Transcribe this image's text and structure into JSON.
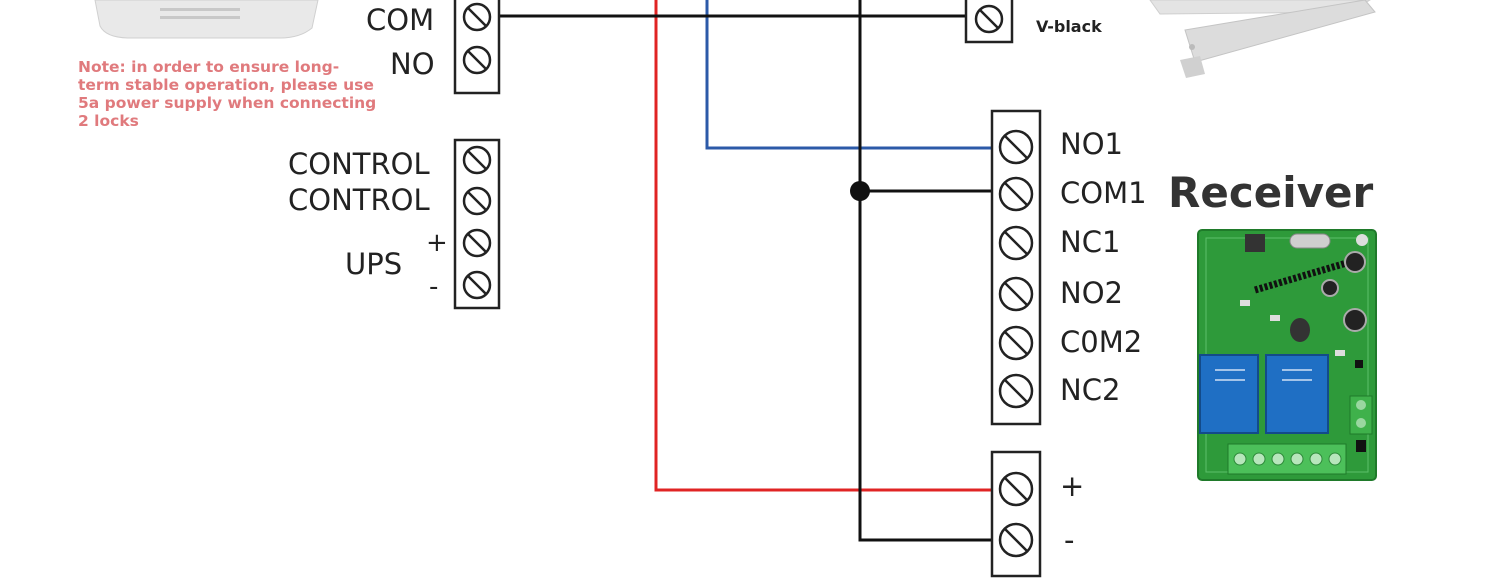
{
  "note": "Note: in order to ensure long-term stable operation, please use 5a power supply when connecting 2 locks",
  "left_block": {
    "com": "COM",
    "no": "NO",
    "control_1": "CONTROL",
    "control_2": "CONTROL",
    "ups": "UPS",
    "ups_plus": "+",
    "ups_minus": "-"
  },
  "lock_label": "V-black",
  "receiver": {
    "title": "Receiver",
    "terminals": [
      "NO1",
      "COM1",
      "NC1",
      "NO2",
      "C0M2",
      "NC2"
    ],
    "power_plus": "+",
    "power_minus": "-"
  },
  "colors": {
    "red_wire": "#e02424",
    "blue_wire": "#2c5aa8",
    "black_wire": "#111111",
    "note_text": "#e07a7d",
    "pcb_green": "#2e9a3a",
    "relay_blue": "#1f6fc4"
  }
}
